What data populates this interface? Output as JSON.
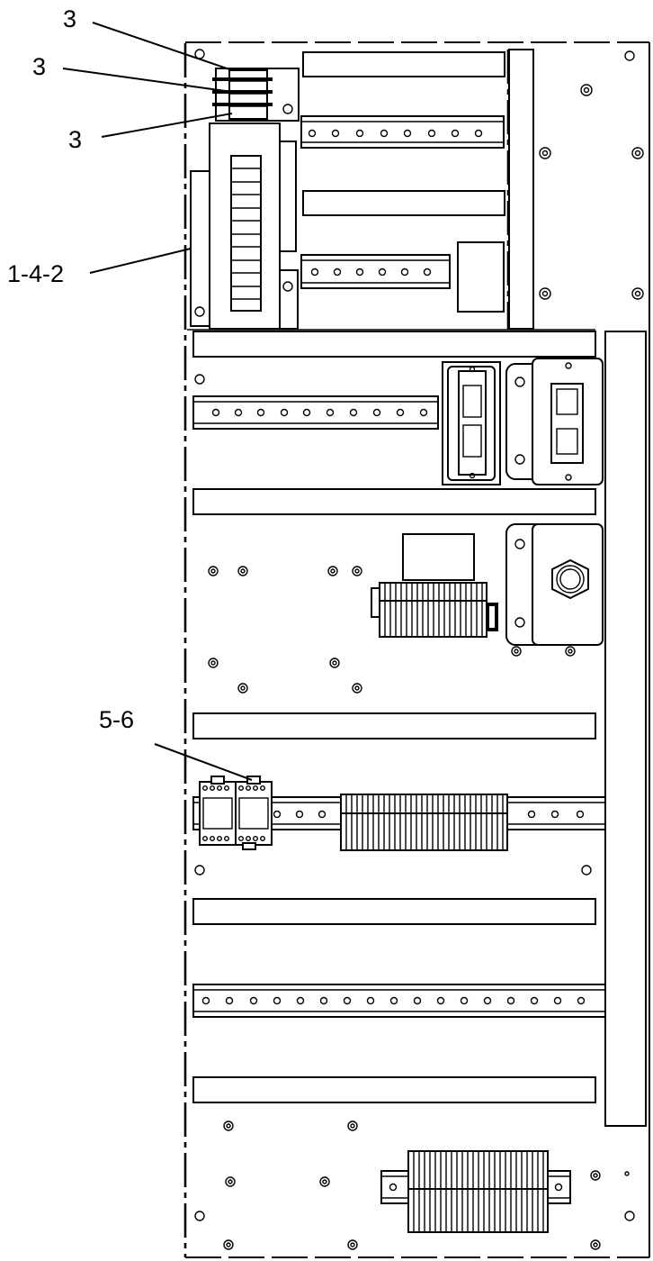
{
  "diagram": {
    "labels": [
      {
        "id": "label-3-a",
        "text": "3"
      },
      {
        "id": "label-3-b",
        "text": "3"
      },
      {
        "id": "label-3-c",
        "text": "3"
      },
      {
        "id": "label-1-4-2",
        "text": "1-4-2"
      },
      {
        "id": "label-5-6",
        "text": "5-6"
      }
    ],
    "icons": [
      "screw-icon",
      "mounting-hole-icon",
      "circular-connector-icon"
    ]
  }
}
